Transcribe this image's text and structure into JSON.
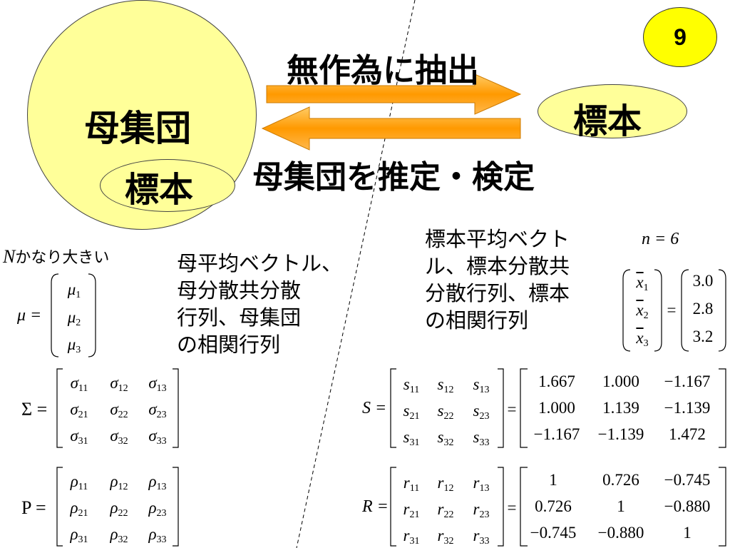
{
  "page_number": "9",
  "population": "母集団",
  "sample": "標本",
  "arrow_sampling_label": "無作為に抽出",
  "arrow_inference_label": "母集団を推定・検定",
  "large_N_note": "かなり大きい",
  "large_N_symbol": "N",
  "population_params_text": "母平均ベクトル、\n母分散共分散\n行列、母集団\nの相関行列",
  "sample_stats_text": "標本平均ベクト\nル、標本分散共\n分散行列、標本\nの相関行列",
  "n_equation": "n = 6",
  "mu_label": "μ =",
  "mu_vector": [
    "μ1",
    "μ2",
    "μ3"
  ],
  "sigma_label": "Σ =",
  "rho_label": "P =",
  "xbar_values": [
    "3.0",
    "2.8",
    "3.2"
  ],
  "S_label": "S =",
  "R_label": "R =",
  "S_values": [
    [
      "1.667",
      "1.000",
      "−1.167"
    ],
    [
      "1.000",
      "1.139",
      "−1.139"
    ],
    [
      "−1.167",
      "−1.139",
      "1.472"
    ]
  ],
  "R_values": [
    [
      "1",
      "0.726",
      "−0.745"
    ],
    [
      "0.726",
      "1",
      "−0.880"
    ],
    [
      "−0.745",
      "−0.880",
      "1"
    ]
  ],
  "colors": {
    "circle_fill": "#ffff99",
    "badge_fill": "#ffff00",
    "arrow_fill": "#ff9900",
    "arrow_gradient_light": "#ffcc66"
  }
}
